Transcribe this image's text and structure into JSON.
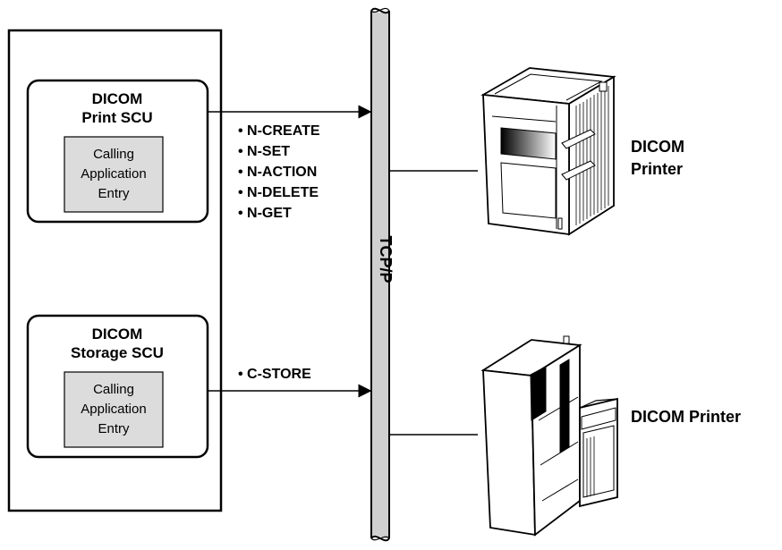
{
  "scu_print": {
    "title_line1": "DICOM",
    "title_line2": "Print SCU",
    "entry_line1": "Calling",
    "entry_line2": "Application",
    "entry_line3": "Entry"
  },
  "scu_storage": {
    "title_line1": "DICOM",
    "title_line2": "Storage SCU",
    "entry_line1": "Calling",
    "entry_line2": "Application",
    "entry_line3": "Entry"
  },
  "print_commands": [
    "• N-CREATE",
    "• N-SET",
    "• N-ACTION",
    "• N-DELETE",
    "• N-GET"
  ],
  "storage_commands": [
    "• C-STORE"
  ],
  "network": {
    "label": "TCP/P"
  },
  "printer_top": {
    "label_line1": "DICOM",
    "label_line2": "Printer",
    "icon": "laser-printer-icon"
  },
  "printer_bottom": {
    "label": "DICOM Printer",
    "icon": "film-printer-icon"
  },
  "colors": {
    "stroke": "#000000",
    "entry_fill": "#dcdcdc",
    "bus_fill": "#d0d0d0"
  }
}
